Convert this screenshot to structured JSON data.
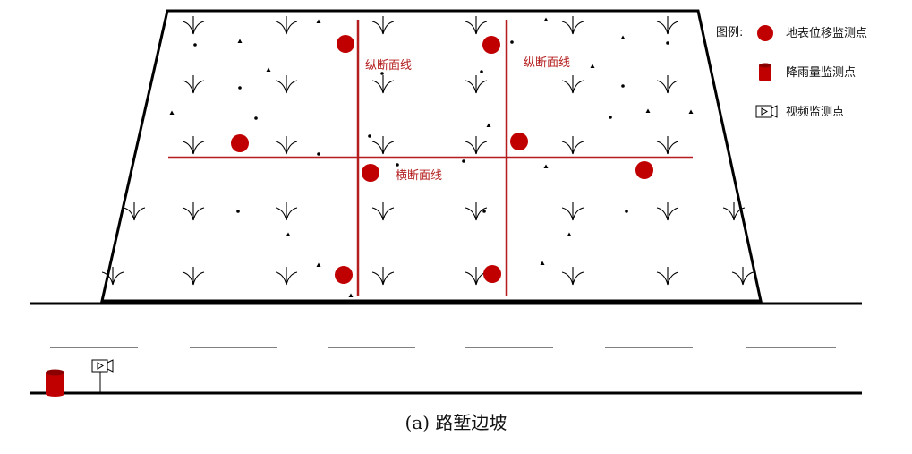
{
  "legend": {
    "title": "图例:",
    "items": [
      {
        "kind": "displacement",
        "label": "地表位移监测点"
      },
      {
        "kind": "rain-gauge",
        "label": "降雨量监测点"
      },
      {
        "kind": "video",
        "label": "视频监测点"
      }
    ]
  },
  "lines": {
    "vertical_1": "纵断面线",
    "vertical_2": "纵断面线",
    "horizontal": "横断面线"
  },
  "caption": "(a)  路堑边坡",
  "colors": {
    "accent": "#c00000",
    "line": "#b41e1e",
    "stroke": "#000000"
  }
}
